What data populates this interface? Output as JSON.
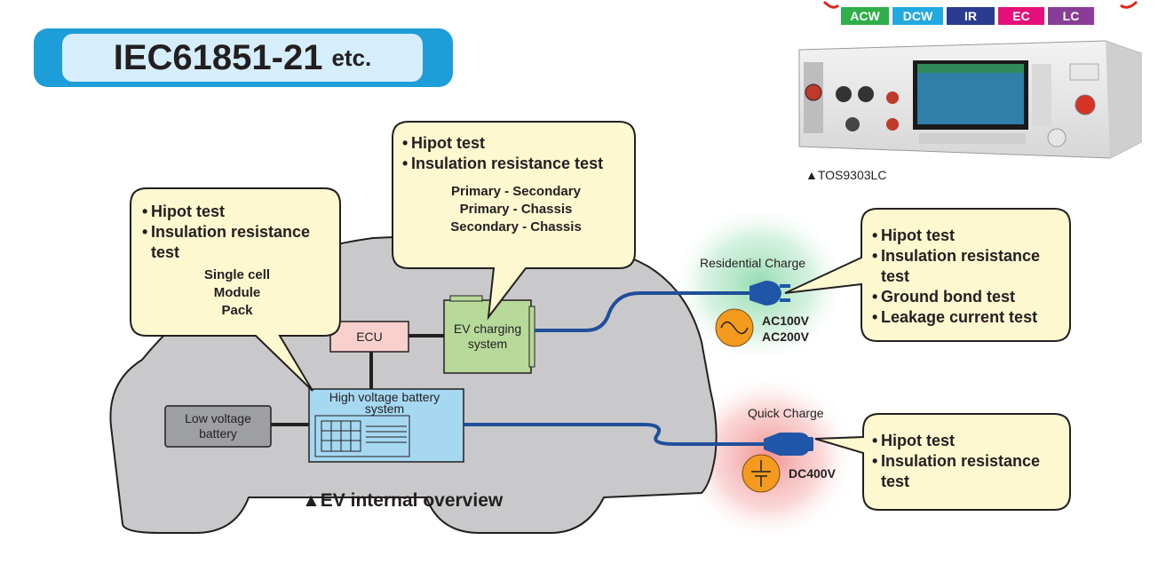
{
  "title": {
    "main": "IEC61851-21",
    "suffix": "etc."
  },
  "test_modes": [
    {
      "label": "ACW",
      "color": "#2fae49"
    },
    {
      "label": "DCW",
      "color": "#22a9e0"
    },
    {
      "label": "IR",
      "color": "#2a3c8f"
    },
    {
      "label": "EC",
      "color": "#e4117c"
    },
    {
      "label": "LC",
      "color": "#8a3d97"
    }
  ],
  "instrument": {
    "caption": "▲TOS9303LC"
  },
  "callouts": {
    "battery": {
      "bullets": [
        "Hipot test",
        "Insulation resistance",
        "test"
      ],
      "items": [
        "Single cell",
        "Module",
        "Pack"
      ]
    },
    "charging": {
      "bullets": [
        "Hipot test",
        "Insulation resistance test"
      ],
      "items": [
        "Primary - Secondary",
        "Primary - Chassis",
        "Secondary - Chassis"
      ]
    },
    "residential": {
      "bullets": [
        "Hipot test",
        "Insulation resistance",
        "test",
        "Ground bond test",
        "Leakage current test"
      ]
    },
    "quick": {
      "bullets": [
        "Hipot test",
        "Insulation resistance",
        "test"
      ]
    }
  },
  "components": {
    "ecu": "ECU",
    "ev_charging": [
      "EV charging",
      "system"
    ],
    "hv_battery": [
      "High voltage battery",
      "system"
    ],
    "lv_battery": [
      "Low voltage",
      "battery"
    ]
  },
  "charging": {
    "residential": {
      "label": "Residential Charge",
      "voltages": [
        "AC100V",
        "AC200V"
      ],
      "glow": "#9fdcb8"
    },
    "quick": {
      "label": "Quick Charge",
      "voltages": [
        "DC400V"
      ],
      "glow": "#f4a3a3"
    }
  },
  "overview_caption": "▲EV internal overview",
  "colors": {
    "callout_fill": "#fdf8d0",
    "callout_stroke": "#231f20",
    "car_fill": "#c9c9cb",
    "cable": "#1f4f9a",
    "plug": "#1f56a8",
    "orange_badge": "#f39a1f"
  }
}
